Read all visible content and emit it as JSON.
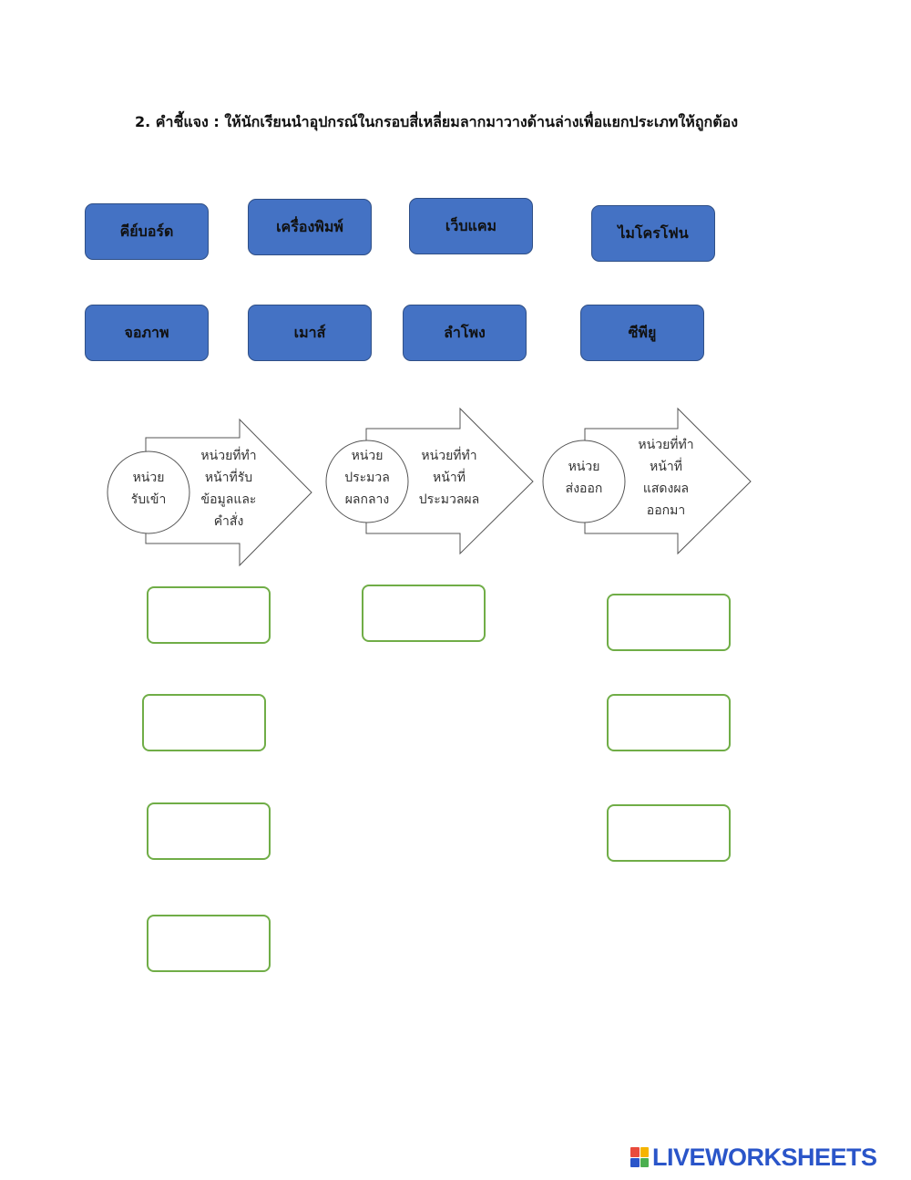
{
  "instruction": "2.   คำชี้แจง : ให้นักเรียนนำอุปกรณ์ในกรอบสี่เหลี่ยมลากมาวางด้านล่างเพื่อแยกประเภทให้ถูกต้อง",
  "items": [
    {
      "label": "คีย์บอร์ด"
    },
    {
      "label": "เครื่องพิมพ์"
    },
    {
      "label": "เว็บแคม"
    },
    {
      "label": "ไมโครโฟน"
    },
    {
      "label": "จอภาพ"
    },
    {
      "label": "เมาส์"
    },
    {
      "label": "ลำโพง"
    },
    {
      "label": "ซีพียู"
    }
  ],
  "units": [
    {
      "circle": [
        "หน่วย",
        "รับเข้า"
      ],
      "desc": [
        "หน่วยที่ทำ",
        "หน้าที่รับ",
        "ข้อมูลและ",
        "คำสั่ง"
      ]
    },
    {
      "circle": [
        "หน่วย",
        "ประมวล",
        "ผลกลาง"
      ],
      "desc": [
        "หน่วยที่ทำ",
        "หน้าที่",
        "ประมวลผล"
      ]
    },
    {
      "circle": [
        "หน่วย",
        "ส่งออก"
      ],
      "desc": [
        "หน่วยที่ทำ",
        "หน้าที่",
        "แสดงผล",
        "ออกมา"
      ]
    }
  ],
  "colors": {
    "item_fill": "#4472c4",
    "drop_border": "#70ad47",
    "logo": "#2a55c9"
  },
  "logo": {
    "text": "LIVEWORKSHEETS"
  }
}
